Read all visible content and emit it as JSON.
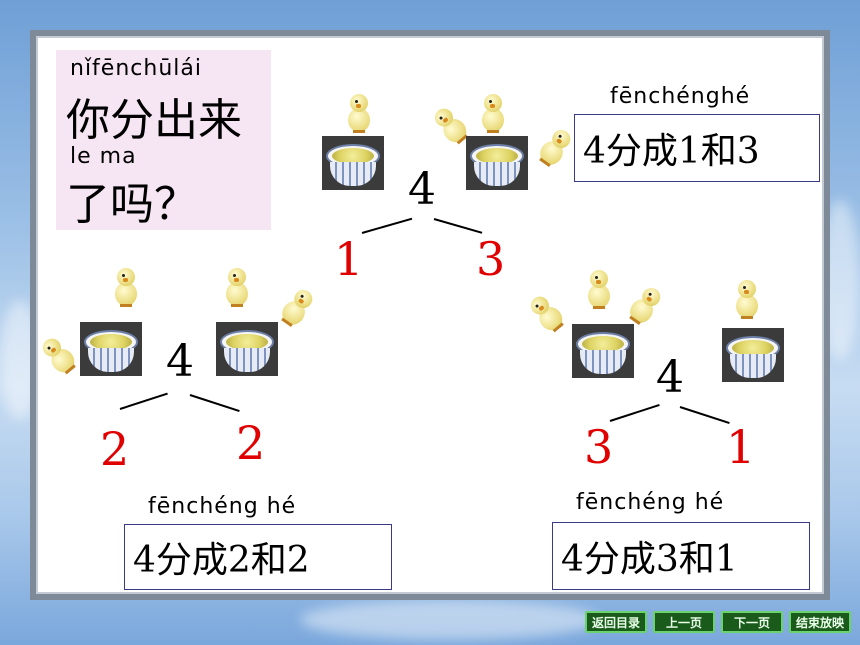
{
  "question": {
    "pinyin_line1": "nǐfēnchūlái",
    "text_line1": "你分出来",
    "pinyin_line2": "le ma",
    "text_line2": "了吗？"
  },
  "top": {
    "total": "4",
    "left": "1",
    "right": "3",
    "label_pinyin": "fēnchénghé",
    "label_text": "4分成1和3"
  },
  "left": {
    "total": "4",
    "left": "2",
    "right": "2",
    "label_pinyin": "fēnchéng hé",
    "label_text": "4分成2和2"
  },
  "right": {
    "total": "4",
    "left": "3",
    "right": "1",
    "label_pinyin": "fēnchéng hé",
    "label_text": "4分成3和1"
  },
  "nav": {
    "home": "返回目录",
    "prev": "上一页",
    "next": "下一页",
    "end": "结束放映"
  },
  "colors": {
    "split_number": "#e00000",
    "nav_button": "#1a5a1a",
    "nav_border": "#6bd36b",
    "question_bg": "#f6e6f3",
    "frame": "#7f8a99"
  },
  "icons": [
    "chick-icon",
    "seed-bowl-icon"
  ]
}
